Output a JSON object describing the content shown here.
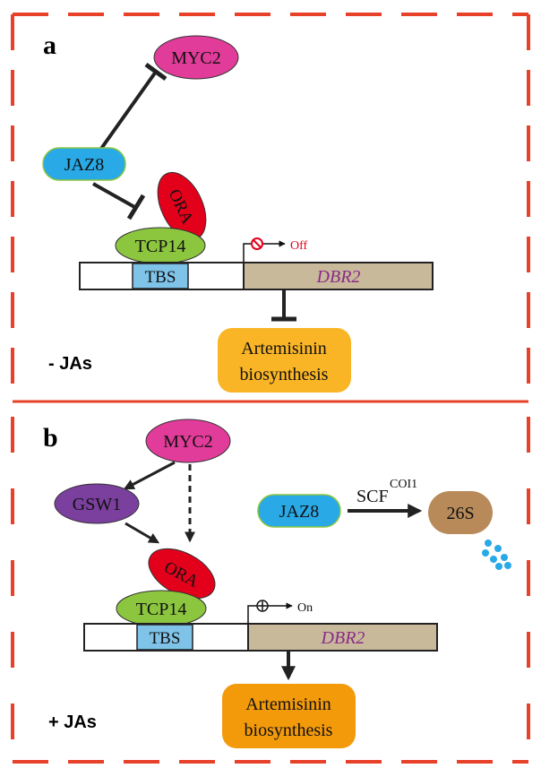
{
  "panels": {
    "a": {
      "letter": "a",
      "condition": "- JAs",
      "myc2": "MYC2",
      "jaz8": "JAZ8",
      "ora": "ORA",
      "tcp14": "TCP14",
      "tbs": "TBS",
      "gene": "DBR2",
      "state": "Off",
      "output": [
        "Artemisinin",
        "biosynthesis"
      ]
    },
    "b": {
      "letter": "b",
      "condition": "+ JAs",
      "myc2": "MYC2",
      "gsw1": "GSW1",
      "ora": "ORA",
      "tcp14": "TCP14",
      "tbs": "TBS",
      "gene": "DBR2",
      "state": "On",
      "jaz8": "JAZ8",
      "scf": "SCF",
      "scf_sup": "COI1",
      "proteasome": "26S",
      "output": [
        "Artemisinin",
        "biosynthesis"
      ]
    }
  },
  "colors": {
    "border": "#e8412a",
    "myc2": "#e23c9a",
    "jaz8": "#29a9e6",
    "ora": "#e3001b",
    "tcp14": "#8cc63f",
    "tbs": "#7fc3e8",
    "gene": "#c8b99a",
    "gsw1": "#7b3f9e",
    "proteasome": "#b88a5a",
    "output_a": "#f9b526",
    "output_b": "#f39a0b",
    "dots": "#29a9e6",
    "off_symbol": "#e3001b"
  }
}
